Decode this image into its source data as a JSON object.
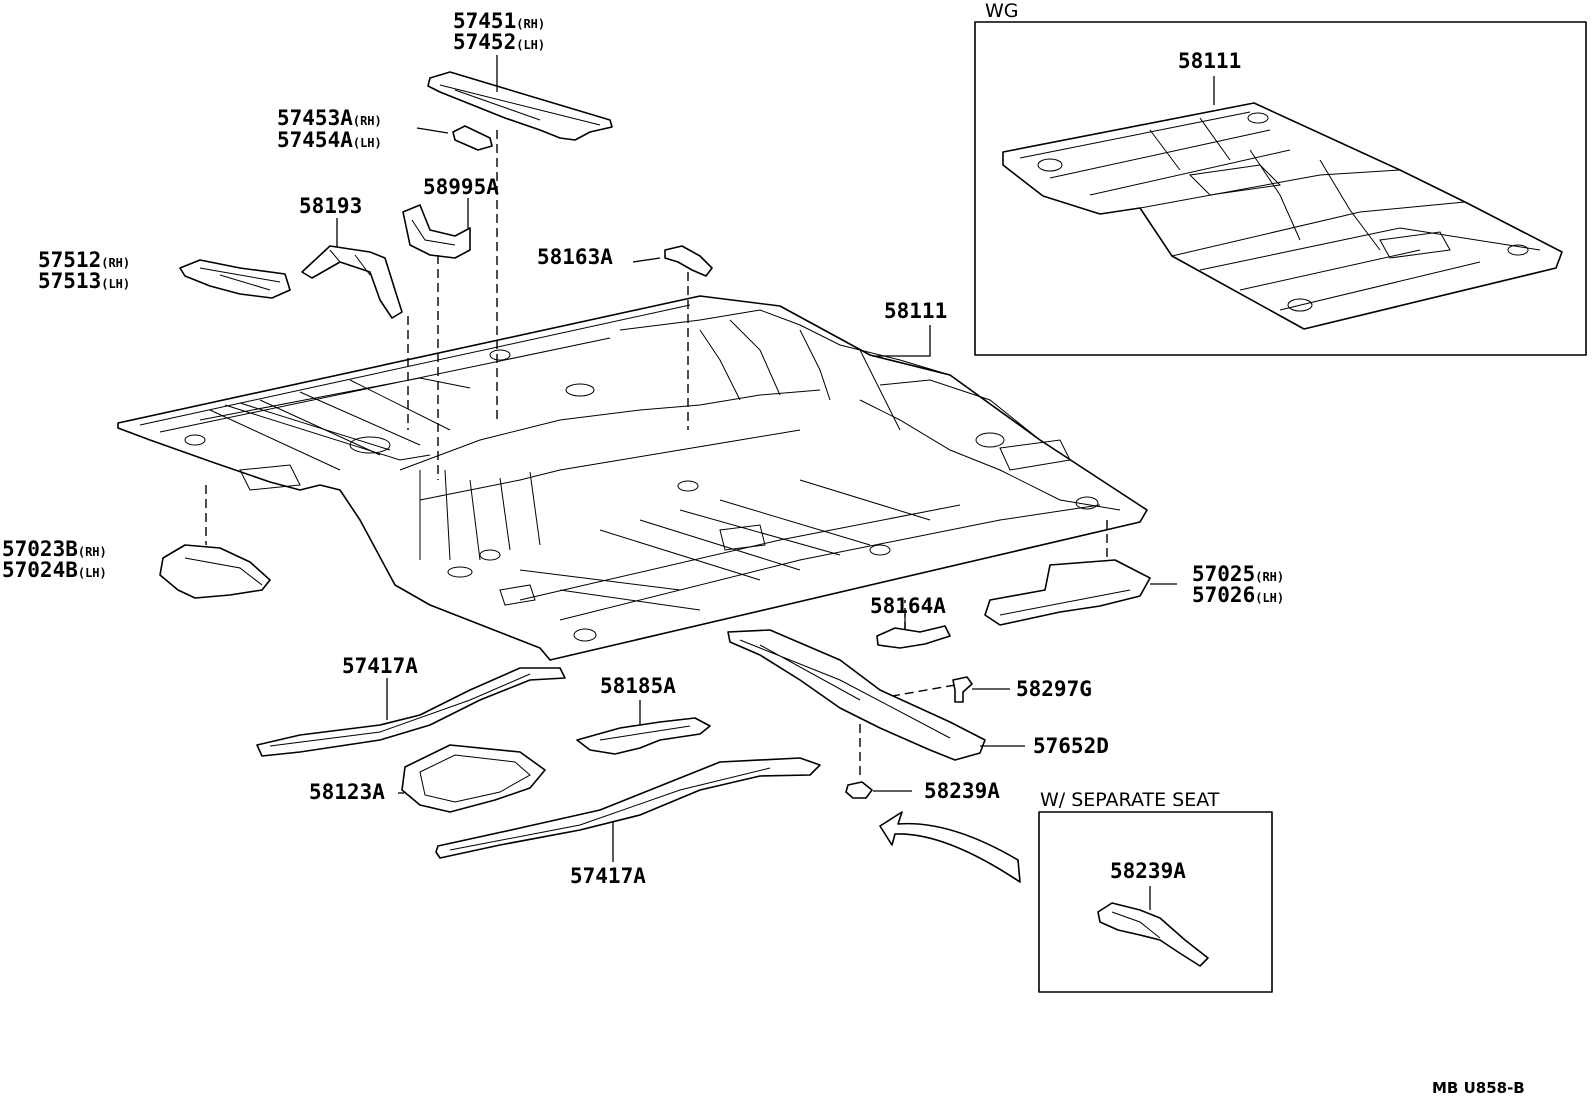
{
  "labels": [
    {
      "id": "57451",
      "text": "57451",
      "suffix": "(RH)"
    },
    {
      "id": "57452",
      "text": "57452",
      "suffix": "(LH)"
    },
    {
      "id": "57453A",
      "text": "57453A",
      "suffix": "(RH)"
    },
    {
      "id": "57454A",
      "text": "57454A",
      "suffix": "(LH)"
    },
    {
      "id": "58995A",
      "text": "58995A",
      "suffix": ""
    },
    {
      "id": "58193",
      "text": "58193",
      "suffix": ""
    },
    {
      "id": "57512",
      "text": "57512",
      "suffix": "(RH)"
    },
    {
      "id": "57513",
      "text": "57513",
      "suffix": "(LH)"
    },
    {
      "id": "58163A",
      "text": "58163A",
      "suffix": ""
    },
    {
      "id": "58111-main",
      "text": "58111",
      "suffix": ""
    },
    {
      "id": "58111-inset",
      "text": "58111",
      "suffix": ""
    },
    {
      "id": "57023B",
      "text": "57023B",
      "suffix": "(RH)"
    },
    {
      "id": "57024B",
      "text": "57024B",
      "suffix": "(LH)"
    },
    {
      "id": "57025",
      "text": "57025",
      "suffix": "(RH)"
    },
    {
      "id": "57026",
      "text": "57026",
      "suffix": "(LH)"
    },
    {
      "id": "58164A",
      "text": "58164A",
      "suffix": ""
    },
    {
      "id": "57417A-top",
      "text": "57417A",
      "suffix": ""
    },
    {
      "id": "58185A",
      "text": "58185A",
      "suffix": ""
    },
    {
      "id": "58297G",
      "text": "58297G",
      "suffix": ""
    },
    {
      "id": "57652D",
      "text": "57652D",
      "suffix": ""
    },
    {
      "id": "58123A",
      "text": "58123A",
      "suffix": ""
    },
    {
      "id": "58239A-main",
      "text": "58239A",
      "suffix": ""
    },
    {
      "id": "57417A-bottom",
      "text": "57417A",
      "suffix": ""
    },
    {
      "id": "58239A-inset",
      "text": "58239A",
      "suffix": ""
    }
  ],
  "insets": {
    "wg_title": "WG",
    "separate_seat_title": "W/ SEPARATE SEAT"
  },
  "drawing_code": "MB U858-B"
}
